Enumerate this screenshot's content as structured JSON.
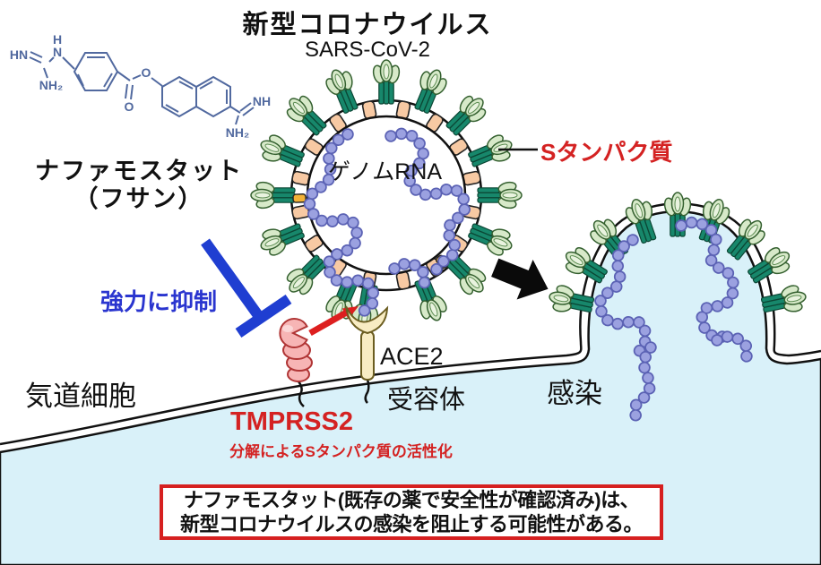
{
  "title": {
    "jp": "新型コロナウイルス",
    "en": "SARS-CoV-2"
  },
  "drug": {
    "name": "ナファモスタット",
    "brand": "（フサン）"
  },
  "chemical": {
    "atoms": {
      "hn": "HN",
      "h": "H",
      "n": "N",
      "nh2_left": "NH₂",
      "o_carbonyl": "O",
      "o_ester": "O",
      "nh_right": "NH",
      "nh2_right": "NH₂"
    }
  },
  "virus": {
    "genome_label": "ゲノムRNA",
    "spike_label": "Sタンパク質"
  },
  "annotations": {
    "inhibition": "強力に抑制",
    "ace2": "ACE2",
    "receptor": "受容体",
    "tmprss2": "TMPRSS2",
    "tmprss2_note": "分解によるSタンパク質の活性化",
    "airway_cell": "気道細胞",
    "infection": "感染"
  },
  "callout": {
    "line1": "ナファモスタット(既存の薬で安全性が確認済み)は、",
    "line2": "新型コロナウイルスの感染を阻止する可能性がある。"
  },
  "colors": {
    "red_text": "#d42222",
    "blue_text": "#2a35cf",
    "inhibit_bar": "#1f3ed1",
    "spike_head": "#d7e9c9",
    "spike_stem": "#17876b",
    "membrane_protein": "#f7c9a3",
    "rna_bead": "#9ba1e0",
    "rna_outline": "#5b62b4",
    "cell_fill": "#d9f1f9",
    "tmprss2_fill": "#f7b5b5",
    "ace2_fill": "#f8ecc3",
    "chem_blue": "#51699f",
    "callout_border": "#d62020"
  }
}
